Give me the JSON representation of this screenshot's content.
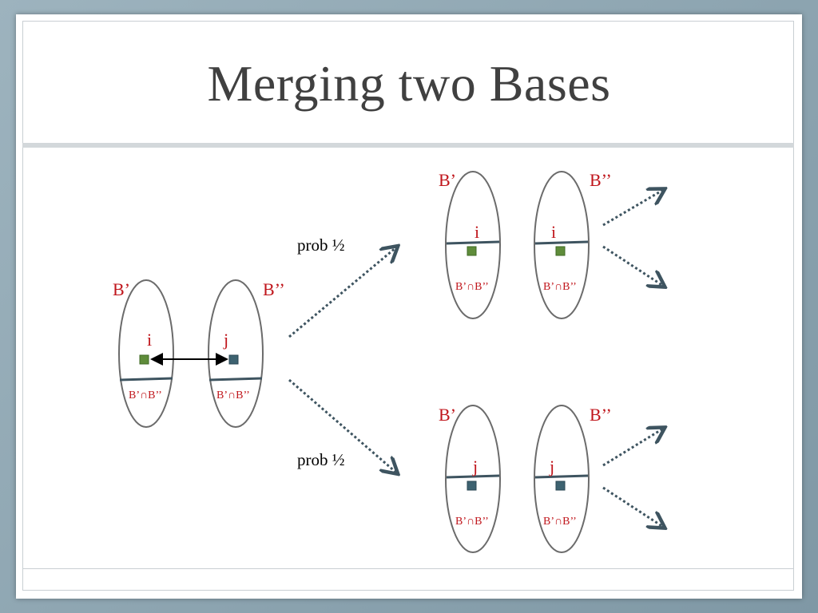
{
  "slide": {
    "title": "Merging two Bases"
  },
  "colors": {
    "accent_red": "#c0161c",
    "ellipse_stroke": "#6b6b6b",
    "divider": "#3e5460",
    "node_green": "#5f8c3a",
    "node_teal": "#3d6270",
    "arrow_dotted": "#3e5460"
  },
  "left_group": {
    "base1_label": "B’",
    "base2_label": "B’’",
    "node_i_label": "i",
    "node_j_label": "j",
    "intersection1_label": "B’∩B’’",
    "intersection2_label": "B’∩B’’"
  },
  "top_branch": {
    "prob_label": "prob ½",
    "base1_label": "B’",
    "base2_label": "B’’",
    "node1_label": "i",
    "node2_label": "i",
    "intersection1_label": "B’∩B’’",
    "intersection2_label": "B’∩B’’"
  },
  "bottom_branch": {
    "prob_label": "prob ½",
    "base1_label": "B’",
    "base2_label": "B’’",
    "node1_label": "j",
    "node2_label": "j",
    "intersection1_label": "B’∩B’’",
    "intersection2_label": "B’∩B’’"
  }
}
